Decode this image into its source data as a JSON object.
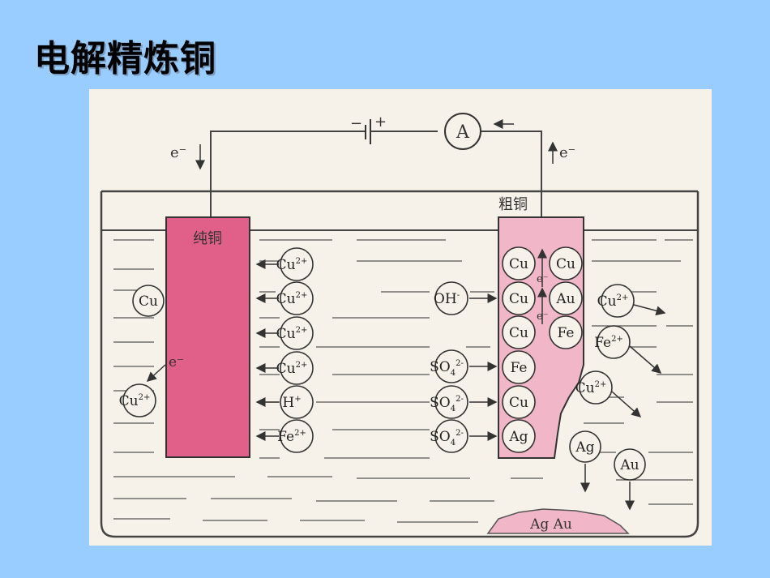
{
  "slide": {
    "title": "电解精炼铜",
    "background": "#99CCFF"
  },
  "diagram": {
    "battery_neg": "−",
    "battery_pos": "+",
    "ammeter": "A",
    "electron_left": "e⁻",
    "electron_right": "e⁻",
    "cathode_label": "纯铜",
    "anode_label": "粗铜",
    "electrode_color": "#E0608A",
    "anode_color": "#F1B6C8",
    "cathode_ions": [
      "Cu2+",
      "Cu2+",
      "Cu2+",
      "Cu2+",
      "H+",
      "Fe2+"
    ],
    "cathode_ion_text": [
      {
        "base": "Cu",
        "sup": "2+"
      },
      {
        "base": "Cu",
        "sup": "2+"
      },
      {
        "base": "Cu",
        "sup": "2+"
      },
      {
        "base": "Cu",
        "sup": "2+"
      },
      {
        "base": "H",
        "sup": "+"
      },
      {
        "base": "Fe",
        "sup": "2+"
      }
    ],
    "left_cu": "Cu",
    "left_cu2": {
      "base": "Cu",
      "sup": "2+"
    },
    "left_electron": "e⁻",
    "anion_oh": {
      "base": "OH",
      "sup": "-"
    },
    "anions_so4": [
      {
        "base": "SO",
        "sub": "4",
        "sup": "2-"
      },
      {
        "base": "SO",
        "sub": "4",
        "sup": "2-"
      },
      {
        "base": "SO",
        "sub": "4",
        "sup": "2-"
      }
    ],
    "anode_col1": [
      "Cu",
      "Cu",
      "Cu",
      "Fe",
      "Cu",
      "Ag"
    ],
    "anode_col2": [
      "Cu",
      "Au",
      "Fe"
    ],
    "anode_electrons": [
      "e⁻",
      "e⁻"
    ],
    "right_ions": [
      {
        "base": "Cu",
        "sup": "2+"
      },
      {
        "base": "Fe",
        "sup": "2+"
      },
      {
        "base": "Cu",
        "sup": "2+"
      }
    ],
    "sinking": [
      "Ag",
      "Au"
    ],
    "sludge": "Ag Au"
  }
}
